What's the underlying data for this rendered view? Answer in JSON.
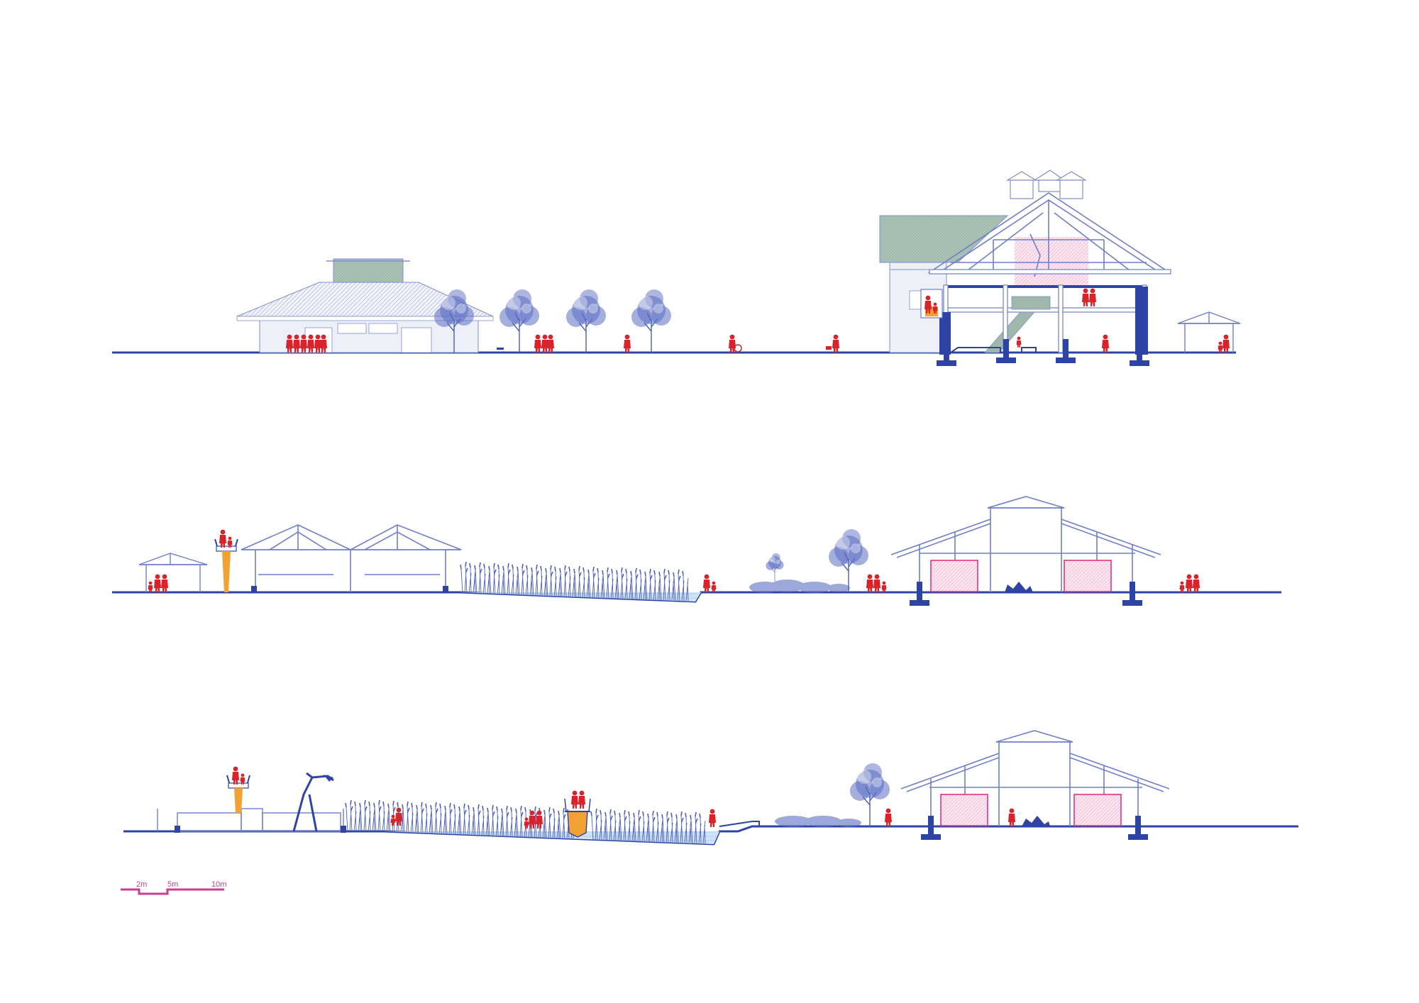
{
  "scale_bar": {
    "labels": [
      "2m",
      "5m",
      "10m"
    ],
    "color": "#c93f8e"
  },
  "colors": {
    "structure": "#2d44a6",
    "structure_light": "#7f8fd0",
    "people": "#d8232a",
    "foliage": "#4c5fb8",
    "roof_green": "#9fb8aa",
    "accent_orange": "#f1a233",
    "accent_pink": "#e0338a"
  },
  "sections": [
    {
      "id": "section-1"
    },
    {
      "id": "section-2"
    },
    {
      "id": "section-3"
    }
  ]
}
